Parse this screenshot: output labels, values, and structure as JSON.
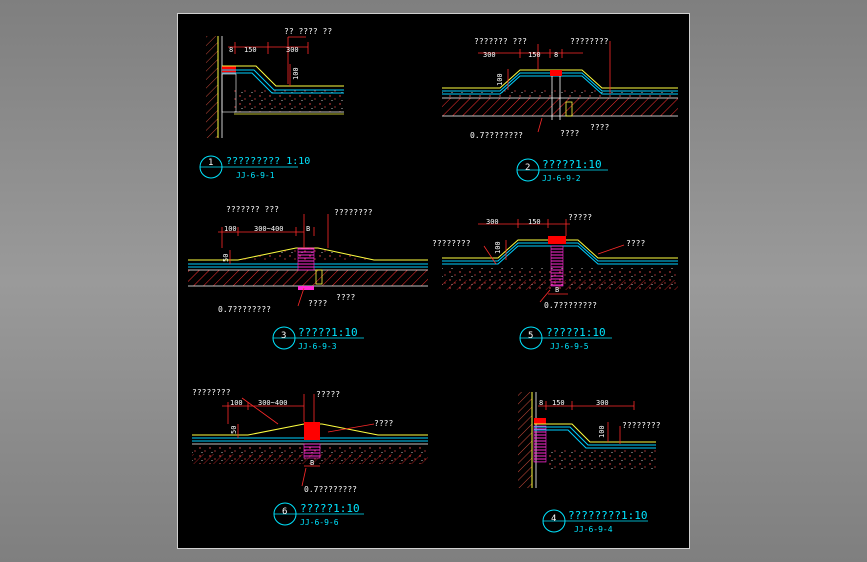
{
  "colors": {
    "background": "#000000",
    "frame": "#d0d0d0",
    "dim": "#ff2a2a",
    "text_white": "#ffffff",
    "text_cyan": "#00e5ff",
    "membrane": "#ffff40",
    "layer": "#00d0ff",
    "filler": "#ff2ad4",
    "seal": "#ff0000",
    "hatch": "#ff3030",
    "wall": "#c84a3a"
  },
  "details": [
    {
      "id": "d1",
      "number": "1",
      "title": "?????????   1:10",
      "code": "JJ-6-9-1",
      "dims": [
        "8",
        "150",
        "300",
        "100"
      ],
      "callouts": [
        "?? ????    ??"
      ]
    },
    {
      "id": "d2",
      "number": "2",
      "title": "?????1:10",
      "code": "JJ-6-9-2",
      "dims": [
        "300",
        "150",
        "8",
        "100"
      ],
      "callouts": [
        "??????? ???",
        "????????",
        "0.7????????",
        "????",
        "????"
      ]
    },
    {
      "id": "d3",
      "number": "3",
      "title": "?????1:10",
      "code": "JJ-6-9-3",
      "dims": [
        "100",
        "300~400",
        "B",
        "50"
      ],
      "callouts": [
        "??????? ???",
        "????????",
        "0.7????????",
        "????",
        "????"
      ]
    },
    {
      "id": "d5",
      "number": "5",
      "title": "?????1:10",
      "code": "JJ-6-9-5",
      "dims": [
        "300",
        "150",
        "100",
        "B"
      ],
      "callouts": [
        "?????",
        "????????",
        "????",
        "0.7????????"
      ]
    },
    {
      "id": "d6",
      "number": "6",
      "title": "?????1:10",
      "code": "JJ-6-9-6",
      "dims": [
        "100",
        "300~400",
        "50",
        "B"
      ],
      "callouts": [
        "????????",
        "?????",
        "????",
        "0.7????????"
      ]
    },
    {
      "id": "d4",
      "number": "4",
      "title": "????????1:10",
      "code": "JJ-6-9-4",
      "dims": [
        "8",
        "150",
        "300",
        "100"
      ],
      "callouts": [
        "????????"
      ]
    }
  ]
}
